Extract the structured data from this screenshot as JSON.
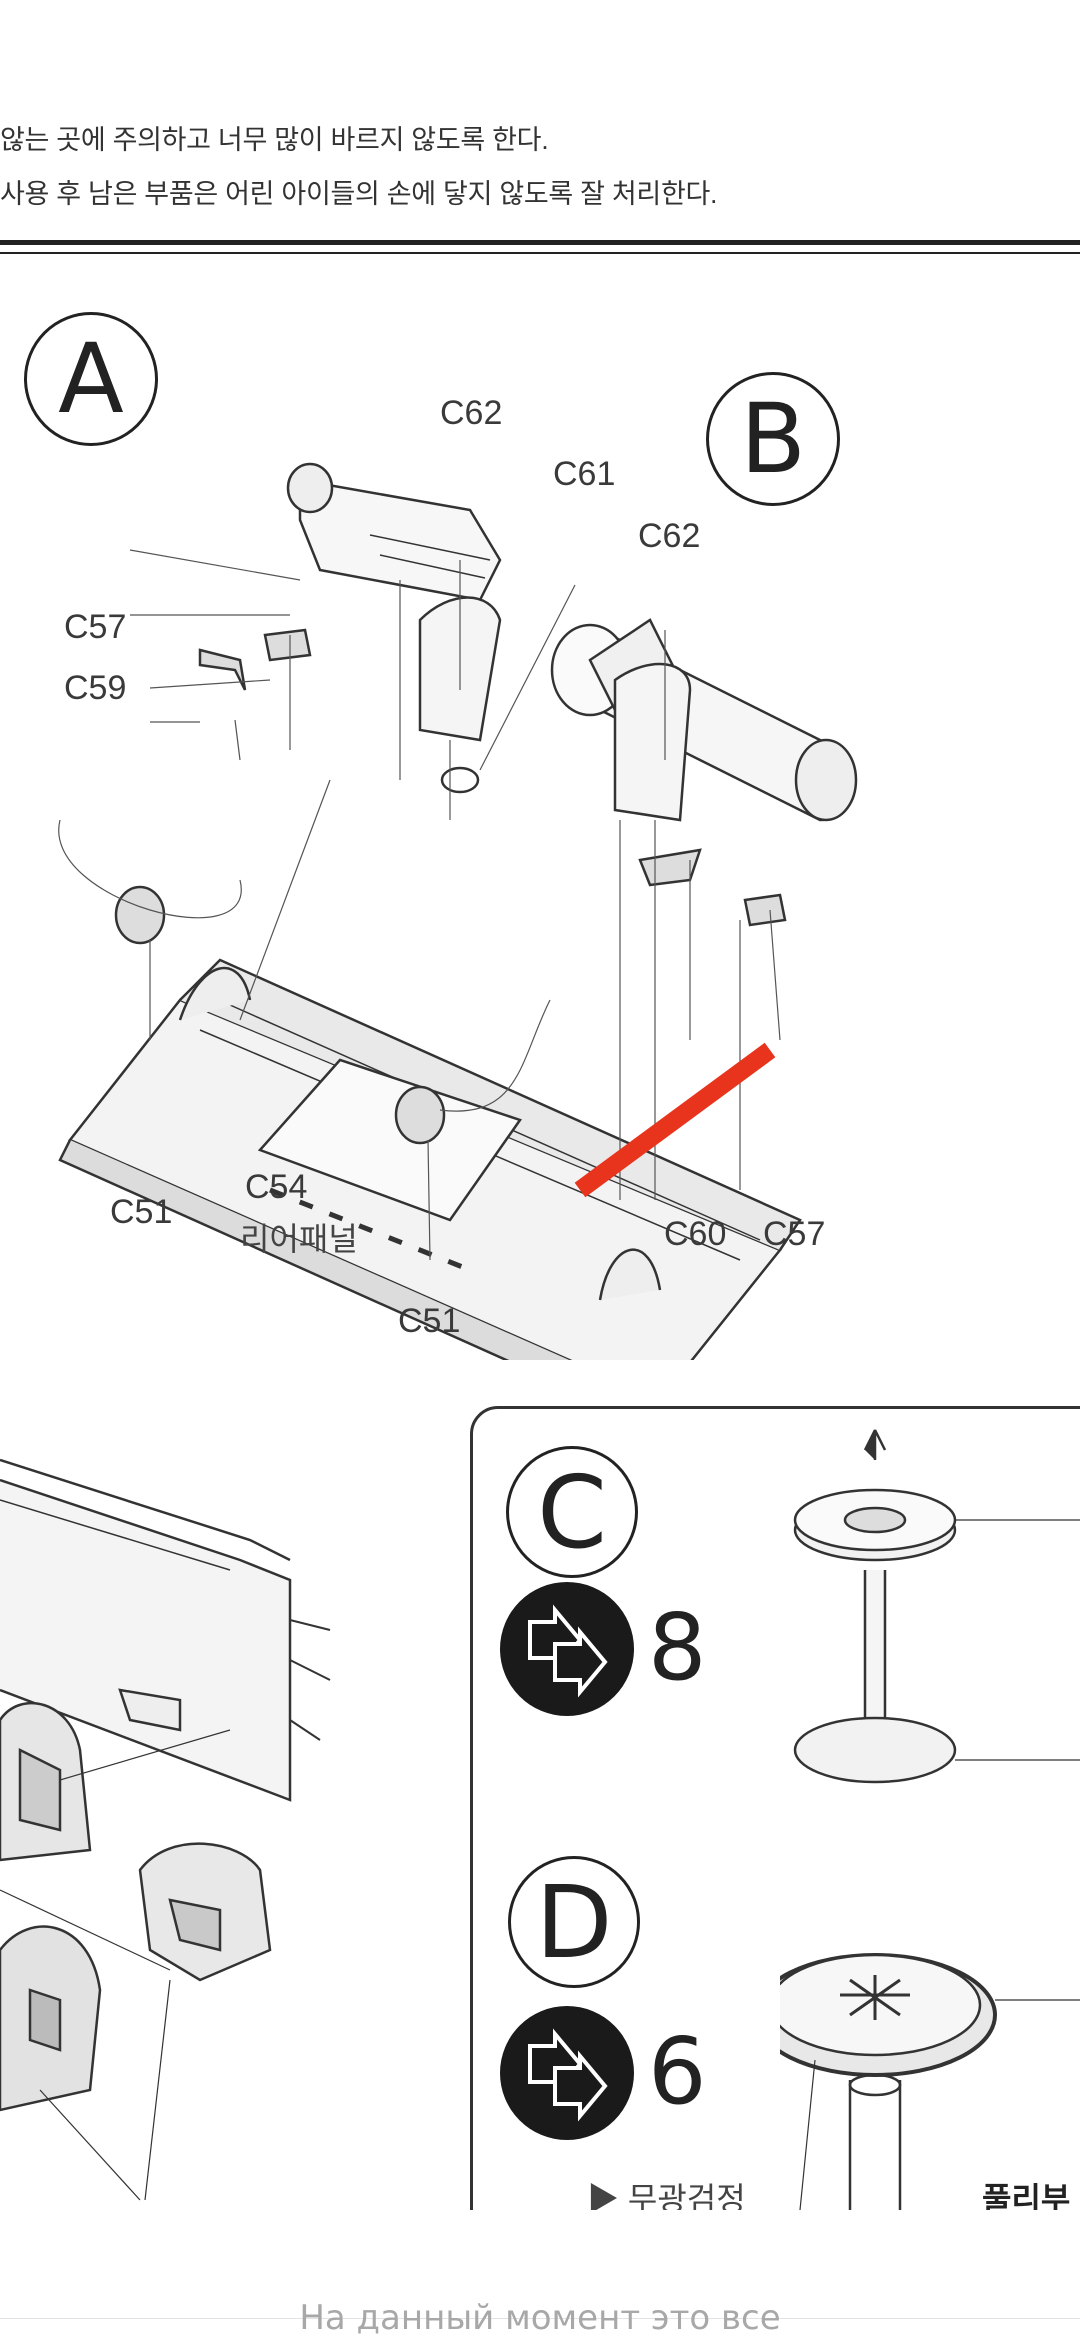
{
  "document": {
    "notes": [
      "않는 곳에 주의하고 너무 많이 바르지 않도록 한다.",
      "사용 후 남은 부품은 어린 아이들의 손에 닿지 않도록 잘 처리한다."
    ],
    "sections": {
      "A": "A",
      "B": "B",
      "C": "C",
      "D": "D"
    },
    "part_labels": {
      "c62_top": "C62",
      "c61": "C61",
      "c62_right": "C62",
      "c57_left": "C57",
      "c59": "C59",
      "c51_left": "C51",
      "c54": "C54",
      "rear_panel": "리어패널",
      "c51_bottom": "C51",
      "c60": "C60",
      "c57_right": "C57"
    },
    "step_counts": {
      "c_count": "8",
      "d_count": "6"
    },
    "callouts": {
      "matte_black": "▶ 무광검정",
      "pulley": "풀리부"
    }
  },
  "viewer": {
    "status_message": "На данный момент это все"
  },
  "colors": {
    "highlight": "#e8341c",
    "ink": "#2a2a2a",
    "status_text": "#a8a8a8"
  }
}
